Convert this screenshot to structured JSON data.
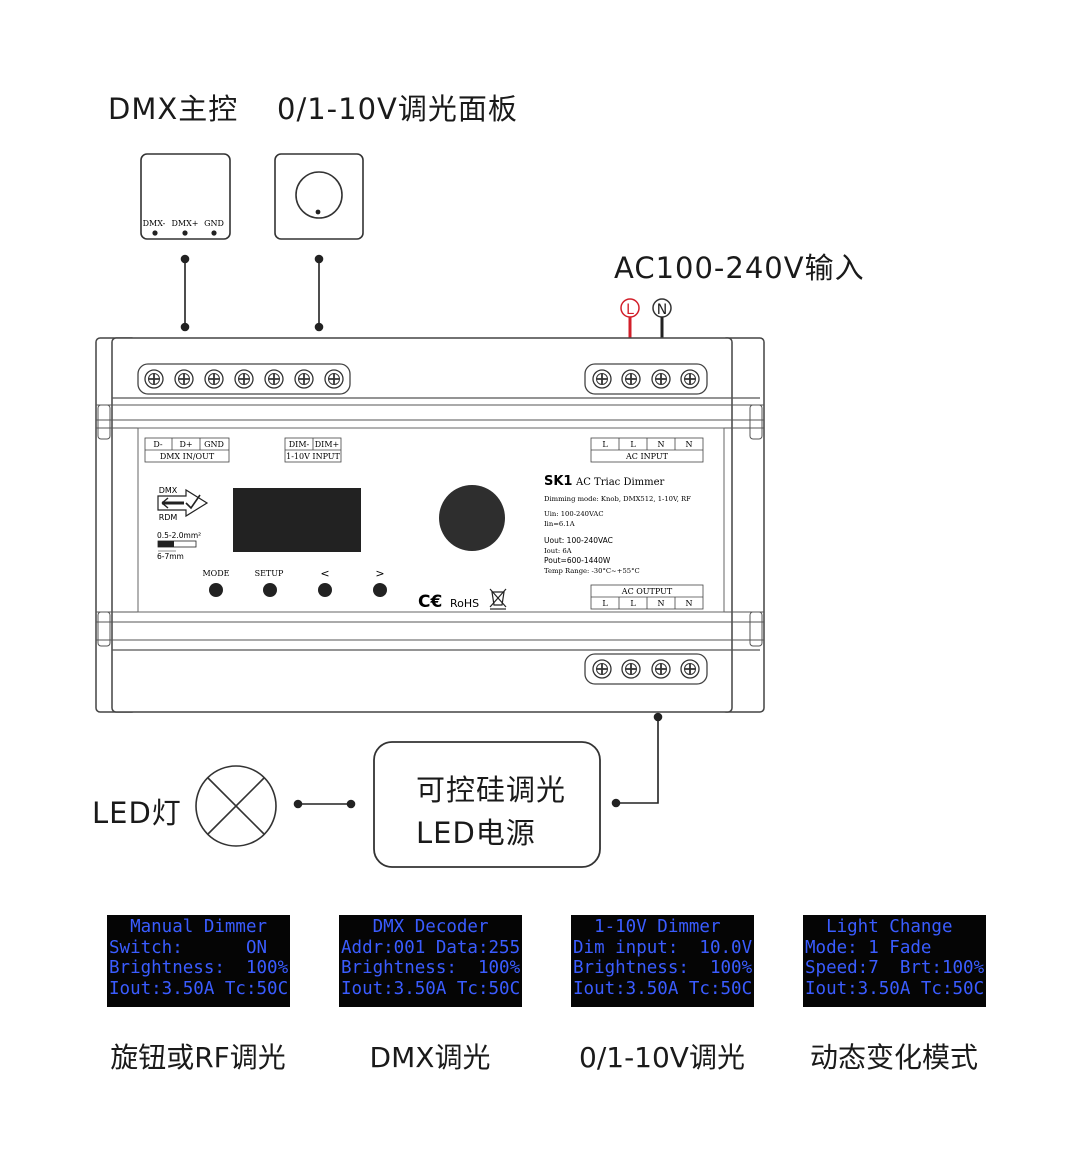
{
  "titles": {
    "dmx_master": "DMX主控",
    "dim_panel": "0/1-10V调光面板",
    "ac_input": "AC100-240V输入",
    "led_lamp": "LED灯",
    "psu_line1": "可控硅调光",
    "psu_line2": "LED电源"
  },
  "dmx_box": {
    "pins": [
      "DMX-",
      "DMX+",
      "GND"
    ]
  },
  "ac_wires": {
    "l": "L",
    "n": "N"
  },
  "device": {
    "dmx_label_top": [
      "D-",
      "D+",
      "GND"
    ],
    "dmx_label_bottom": "DMX IN/OUT",
    "dim_label_top": [
      "DIM-",
      "DIM+"
    ],
    "dim_label_bottom": "1-10V INPUT",
    "ac_in_top": [
      "L",
      "L",
      "N",
      "N"
    ],
    "ac_in_bottom": "AC INPUT",
    "ac_out_top": "AC OUTPUT",
    "ac_out_bottom": [
      "L",
      "L",
      "N",
      "N"
    ],
    "dmx_logo": "DMX",
    "rdm_logo": "RDM",
    "wire_spec1": "0.5-2.0mm²",
    "wire_spec2": "6-7mm",
    "buttons": [
      "MODE",
      "SETUP",
      "<",
      ">"
    ],
    "model": "SK1",
    "model_desc": "AC Triac Dimmer",
    "specs": [
      "Dimming mode: Knob, DMX512, 1-10V, RF",
      "Uin: 100-240VAC",
      "Iin=6.1A",
      "Uout: 100-240VAC",
      "Iout: 6A",
      "Pout=600-1440W",
      "Temp Range: -30°C~+55°C"
    ],
    "cert": "RoHS"
  },
  "lcds": [
    {
      "lines": [
        "  Manual Dimmer",
        "Switch:      ON",
        "Brightness:  100%",
        "Iout:3.50A Tc:50C"
      ],
      "caption": "旋钮或RF调光"
    },
    {
      "lines": [
        "   DMX Decoder",
        "Addr:001 Data:255",
        "Brightness:  100%",
        "Iout:3.50A Tc:50C"
      ],
      "caption": "DMX调光"
    },
    {
      "lines": [
        "  1-10V Dimmer",
        "Dim input:  10.0V",
        "Brightness:  100%",
        "Iout:3.50A Tc:50C"
      ],
      "caption": "0/1-10V调光"
    },
    {
      "lines": [
        "  Light Change",
        "Mode: 1 Fade",
        "Speed:7  Brt:100%",
        "Iout:3.50A Tc:50C"
      ],
      "caption": "动态变化模式"
    }
  ]
}
